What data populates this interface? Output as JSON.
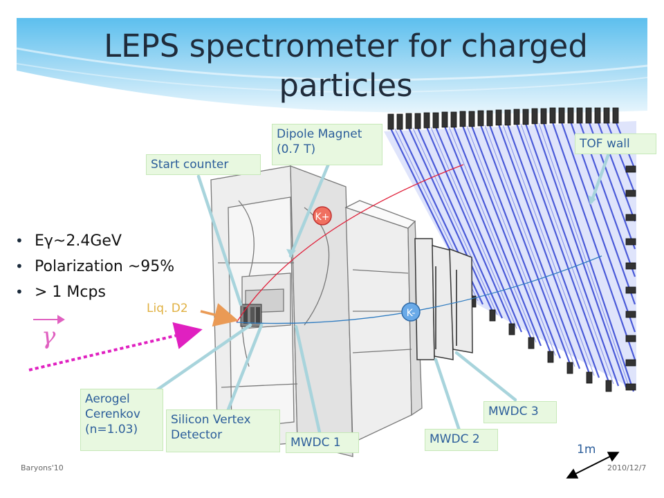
{
  "slide": {
    "title": "LEPS spectrometer for charged particles",
    "footer_left": "Baryons'10",
    "footer_right": "2010/12/7"
  },
  "bullets": [
    "Eγ~2.4GeV",
    "Polarization ~95%",
    "> 1 Mcps"
  ],
  "labels": {
    "dipole_magnet": "Dipole Magnet\n(0.7 T)",
    "tof_wall": "TOF wall",
    "start_counter": "Start counter",
    "aerogel": "Aerogel\nCerenkov\n(n=1.03)",
    "svd": "Silicon Vertex\nDetector",
    "mwdc1": "MWDC 1",
    "mwdc2": "MWDC 2",
    "mwdc3": "MWDC 3",
    "liq_d2": "Liq. D2",
    "scale": "1m",
    "gamma": "γ"
  },
  "particles": {
    "k_plus": "K+",
    "k_minus": "K-"
  },
  "colors": {
    "label_bg": "#e8f8e0",
    "label_text": "#2b5d9a",
    "leader_line": "#a8d4dc",
    "k_plus_track": "#e0203a",
    "k_minus_track": "#2e7bc0",
    "beam": "#e020c0",
    "tof_blue": "#4a5ad8",
    "banner_blue": "#6ac4ee"
  }
}
